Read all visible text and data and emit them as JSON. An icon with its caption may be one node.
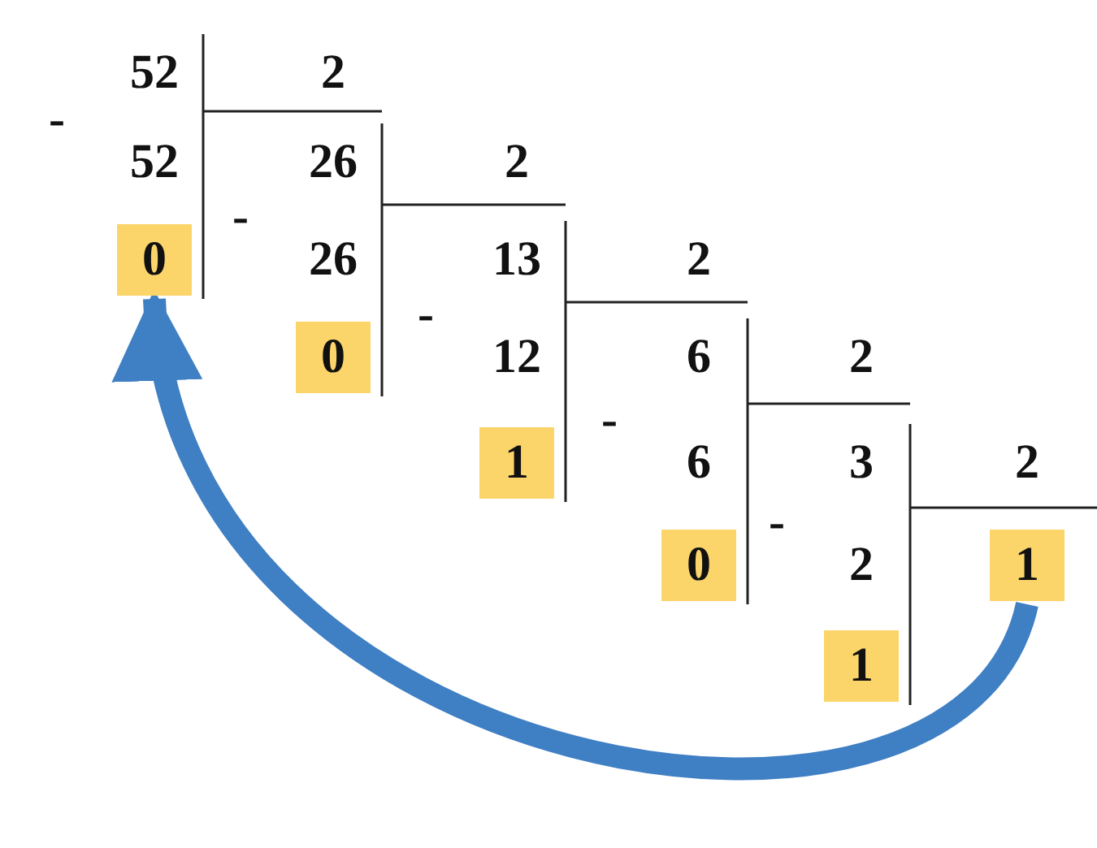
{
  "diagram": {
    "nodes": [
      {
        "text": [
          "0"
        ]
      },
      {
        "text": [
          "0"
        ]
      },
      {
        "text": [
          "1"
        ]
      },
      {
        "text": [
          "0"
        ]
      },
      {
        "text": [
          "1"
        ]
      },
      {
        "text": [
          "1"
        ]
      }
    ],
    "edges": [
      {
        "from": 4,
        "to": 0,
        "arrow": "to"
      }
    ],
    "labels": [
      "52",
      "2",
      "-",
      "52",
      "26",
      "2",
      "-",
      "26",
      "13",
      "2",
      "-",
      "12",
      "6",
      "2",
      "-",
      "6",
      "3",
      "2",
      "-",
      "2"
    ]
  }
}
